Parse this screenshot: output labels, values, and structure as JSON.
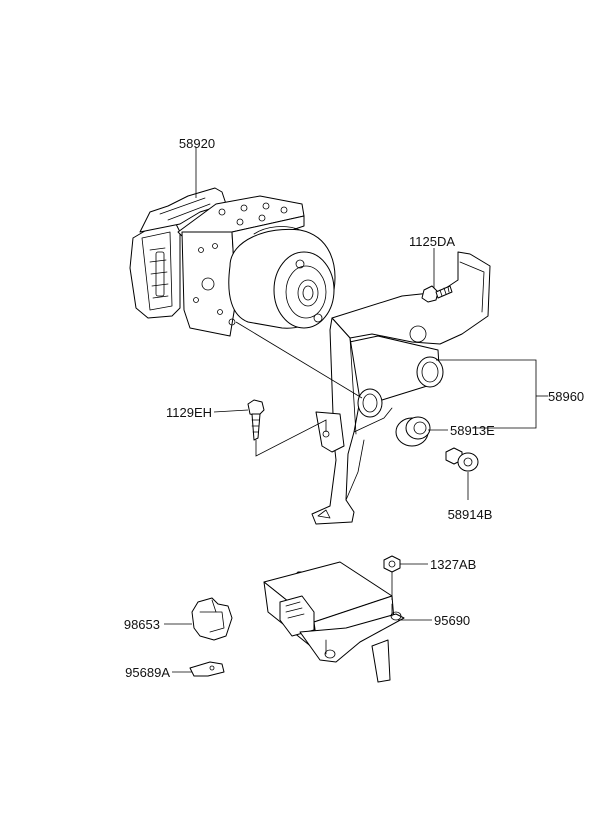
{
  "diagram": {
    "type": "exploded-parts-diagram",
    "callouts": [
      {
        "id": "58920",
        "part": "abs-hydraulic-unit"
      },
      {
        "id": "1125DA",
        "part": "bracket-bolt"
      },
      {
        "id": "58960",
        "part": "mounting-bracket"
      },
      {
        "id": "1129EH",
        "part": "flange-bolt"
      },
      {
        "id": "58913E",
        "part": "rubber-insulator"
      },
      {
        "id": "58914B",
        "part": "collar-bolt"
      },
      {
        "id": "1327AB",
        "part": "nut"
      },
      {
        "id": "98653",
        "part": "clip"
      },
      {
        "id": "95690",
        "part": "sensor-module"
      },
      {
        "id": "95689A",
        "part": "small-bracket"
      }
    ]
  }
}
